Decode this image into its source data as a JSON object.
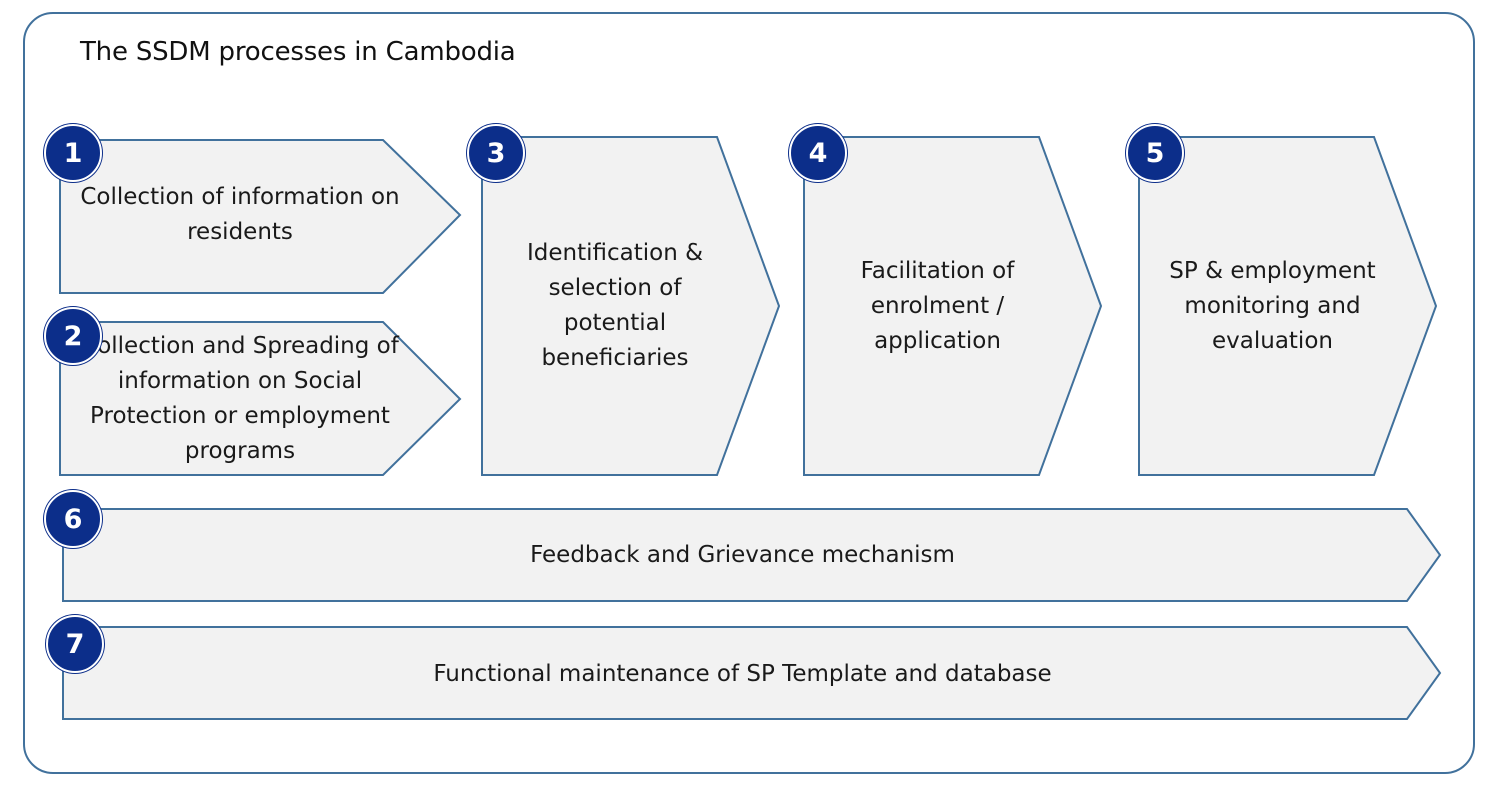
{
  "title": "The SSDM processes in Cambodia",
  "steps": [
    {
      "number": "1",
      "label": "Collection of information on residents"
    },
    {
      "number": "2",
      "label": "Collection and Spreading of information on Social Protection or employment programs"
    },
    {
      "number": "3",
      "label": "Identification & selection of potential beneficiaries"
    },
    {
      "number": "4",
      "label": "Facilitation of enrolment / application"
    },
    {
      "number": "5",
      "label": "SP & employment monitoring and evaluation"
    },
    {
      "number": "6",
      "label": "Feedback and Grievance mechanism"
    },
    {
      "number": "7",
      "label": "Functional maintenance of SP Template and database"
    }
  ],
  "colors": {
    "frame": "#41719c",
    "shape_fill": "#f2f2f2",
    "shape_stroke": "#41719c",
    "badge": "#0c2e8a"
  }
}
